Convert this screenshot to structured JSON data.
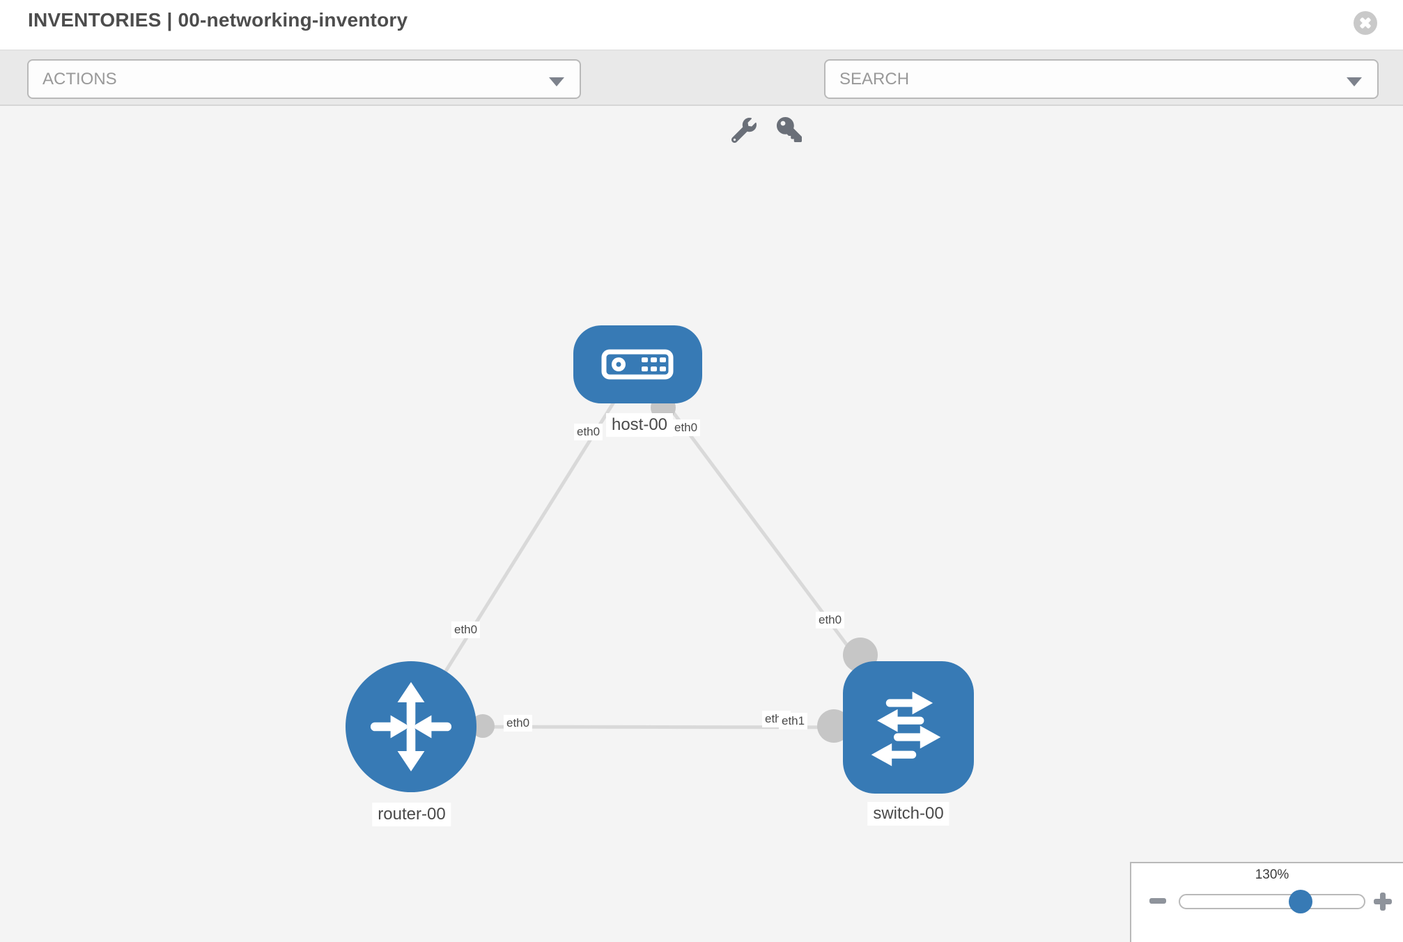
{
  "header": {
    "title": "INVENTORIES | 00-networking-inventory",
    "close_icon": "x-circle-icon"
  },
  "toolbar": {
    "actions_label": "ACTIONS",
    "search_label": "SEARCH",
    "icons": [
      "wrench-icon",
      "key-icon"
    ]
  },
  "canvas": {
    "nodes": [
      {
        "id": "host-00",
        "label": "host-00",
        "type": "host",
        "icon": "host-icon"
      },
      {
        "id": "router-00",
        "label": "router-00",
        "type": "router",
        "icon": "router-icon"
      },
      {
        "id": "switch-00",
        "label": "switch-00",
        "type": "switch",
        "icon": "switch-icon"
      }
    ],
    "links": [
      {
        "from": "router-00",
        "to": "host-00",
        "from_interface": "eth0",
        "to_interface": "eth0"
      },
      {
        "from": "host-00",
        "to": "switch-00",
        "from_interface": "eth0",
        "to_interface": "eth0"
      },
      {
        "from": "router-00",
        "to": "switch-00",
        "from_interface": "eth0",
        "to_interface": "eth1"
      }
    ],
    "overlapped_label": "eth0"
  },
  "zoom_control": {
    "level": "130%"
  },
  "colors": {
    "node_blue": "#377ab5",
    "link_gray": "#d9d9d9",
    "connector_gray": "#c6c6c6",
    "canvas_bg": "#f4f4f4",
    "toolbar_bg": "#e9e9e9"
  }
}
